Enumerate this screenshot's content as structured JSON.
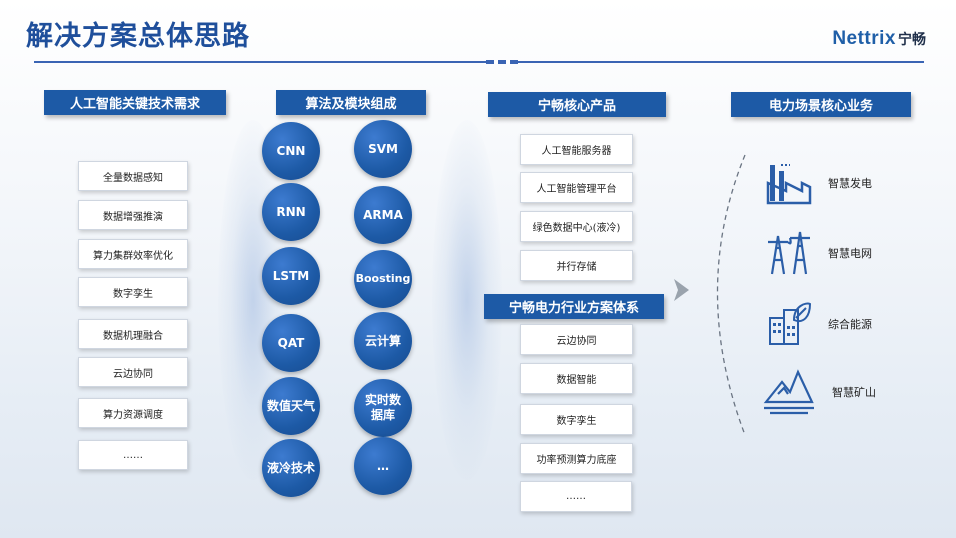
{
  "title": "解决方案总体思路",
  "logo": {
    "en": "Nettrix",
    "cn": "宁畅"
  },
  "columns": {
    "ai_needs": {
      "header": "人工智能关键技术需求",
      "items": [
        "全量数据感知",
        "数据增强推演",
        "算力集群效率优化",
        "数字孪生",
        "数据机理融合",
        "云边协同",
        "算力资源调度",
        "……"
      ]
    },
    "algorithms": {
      "header": "算法及模块组成",
      "circles": [
        "CNN",
        "SVM",
        "RNN",
        "ARMA",
        "LSTM",
        "Boosting",
        "QAT",
        "云计算",
        "数值天气",
        "实时数据库",
        "液冷技术",
        "…"
      ]
    },
    "core_products": {
      "header": "宁畅核心产品",
      "items": [
        "人工智能服务器",
        "人工智能管理平台",
        "绿色数据中心(液冷)",
        "并行存储"
      ]
    },
    "industry_solution": {
      "header": "宁畅电力行业方案体系",
      "items": [
        "云边协同",
        "数据智能",
        "数字孪生",
        "功率预测算力底座",
        "……"
      ]
    },
    "power_business": {
      "header": "电力场景核心业务",
      "items": [
        {
          "label": "智慧发电",
          "icon": "factory-icon"
        },
        {
          "label": "智慧电网",
          "icon": "power-tower-icon"
        },
        {
          "label": "综合能源",
          "icon": "building-leaf-icon"
        },
        {
          "label": "智慧矿山",
          "icon": "mountain-icon"
        }
      ]
    }
  },
  "colors": {
    "primary": "#1d5aa6",
    "title": "#1f4f9b",
    "icon": "#2b5ea8"
  }
}
